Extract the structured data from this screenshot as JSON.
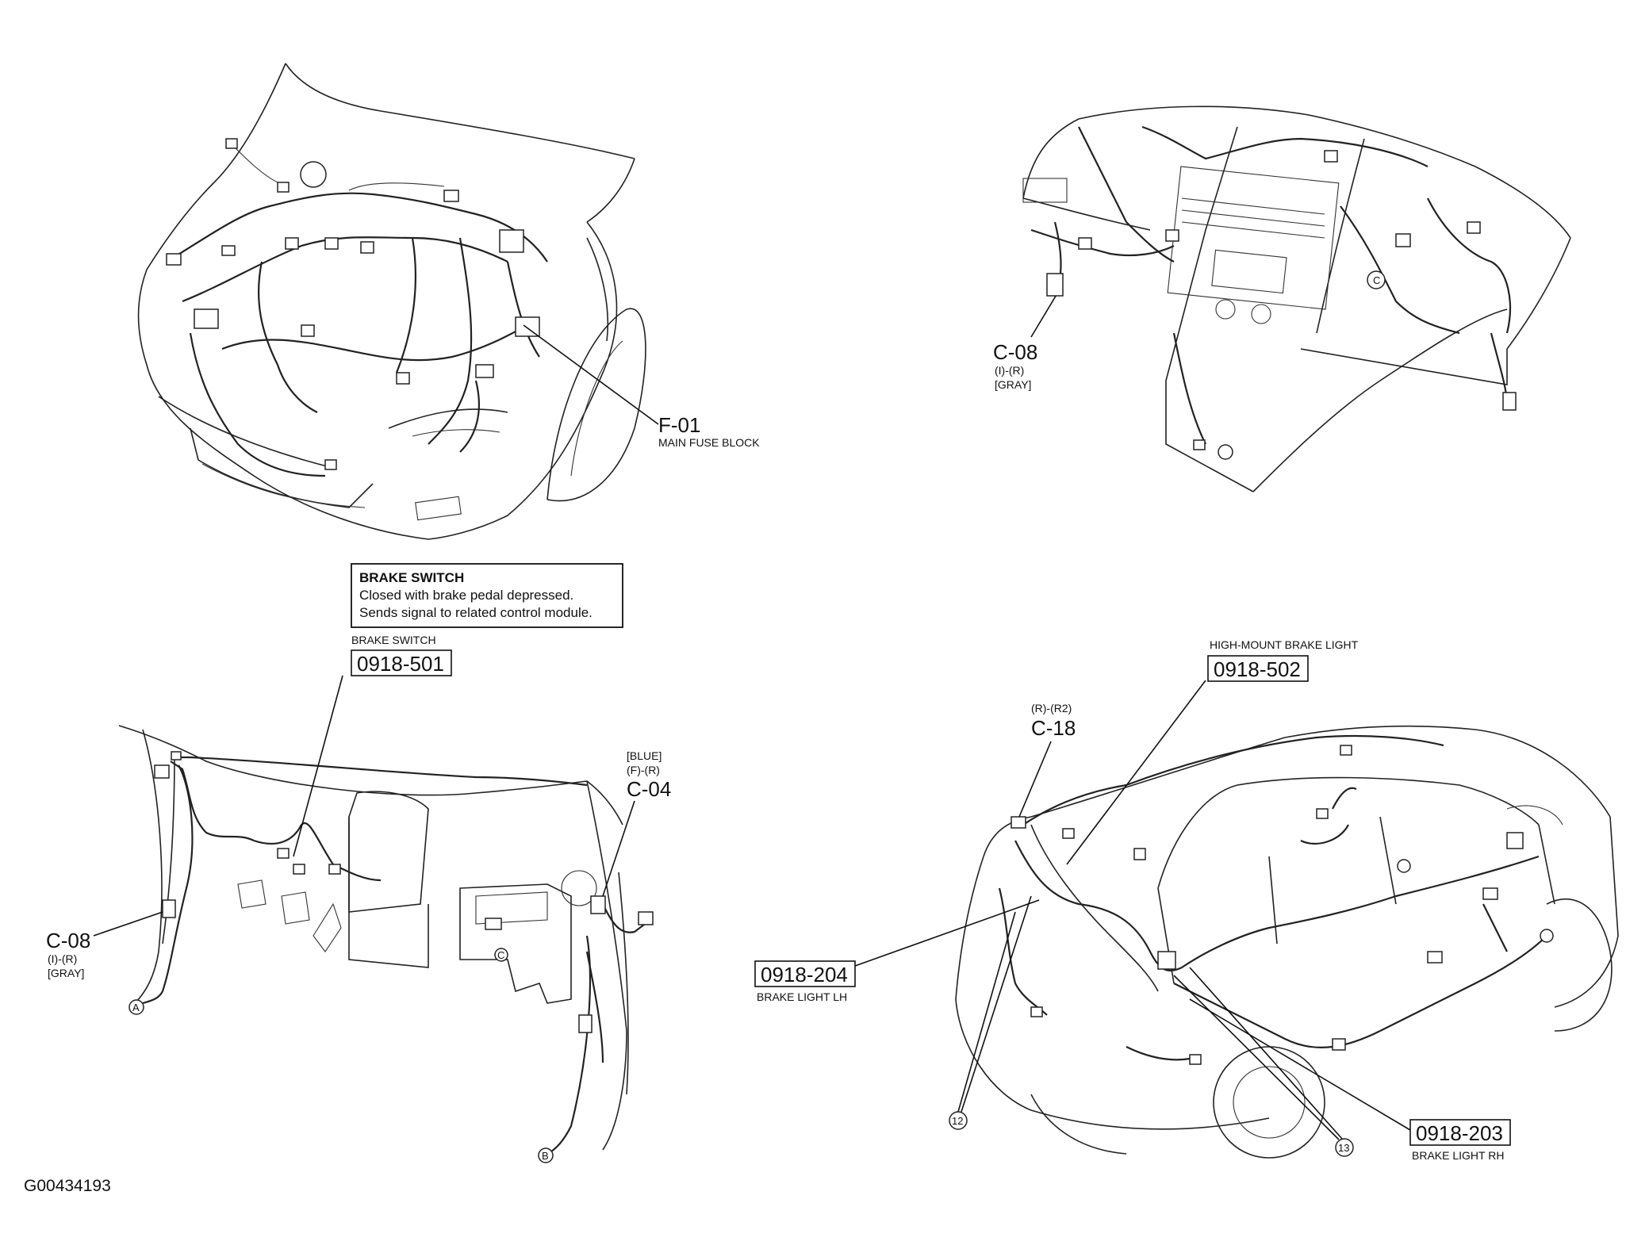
{
  "labels": {
    "f01_code": "F-01",
    "f01_name": "MAIN FUSE BLOCK",
    "c08_top_code": "C-08",
    "c08_top_pos": "(I)-(R)",
    "c08_top_color": "[GRAY]",
    "c08_left_code": "C-08",
    "c08_left_pos": "(I)-(R)",
    "c08_left_color": "[GRAY]",
    "c04_color": "[BLUE]",
    "c04_pos": "(F)-(R)",
    "c04_code": "C-04",
    "c18_pos": "(R)-(R2)",
    "c18_code": "C-18",
    "brake_switch_label": "BRAKE SWITCH",
    "brake_switch_code": "0918-501",
    "high_mount_label": "HIGH-MOUNT BRAKE LIGHT",
    "high_mount_code": "0918-502",
    "brake_lh_code": "0918-204",
    "brake_lh_label": "BRAKE LIGHT LH",
    "brake_rh_code": "0918-203",
    "brake_rh_label": "BRAKE LIGHT RH",
    "callout_12": "12",
    "callout_13": "13",
    "connector_a": "A",
    "connector_b": "B",
    "connector_c": "C",
    "figure_id": "G00434193"
  },
  "info_box": {
    "title": "BRAKE SWITCH",
    "line1": "Closed with brake pedal depressed.",
    "line2": "Sends signal to related control module."
  }
}
